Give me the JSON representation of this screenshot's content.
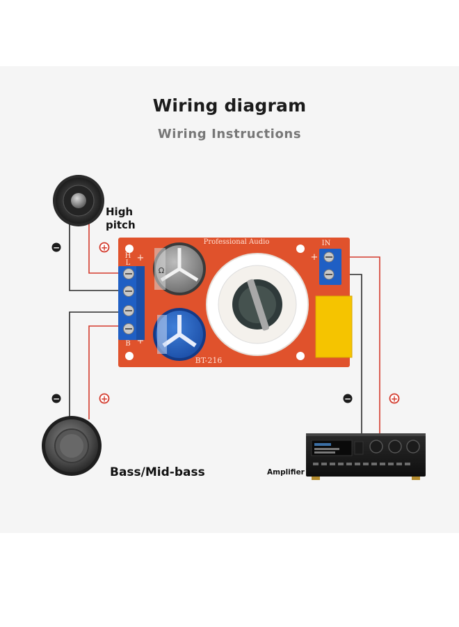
{
  "header": {
    "title": "Wiring diagram",
    "subtitle": "Wiring Instructions"
  },
  "board": {
    "brand_text": "Professional Audio",
    "model": "BT-216",
    "pad_labels": [
      "L",
      "+",
      "H",
      "+",
      "IN",
      "+",
      "+",
      "B"
    ],
    "capacitor_label": "Ω",
    "color": "#e0522c"
  },
  "components": {
    "tweeter_label_line1": "High",
    "tweeter_label_line2": "pitch",
    "woofer_label": "Bass/Mid-bass",
    "amplifier_label": "Amplifier"
  },
  "polarity": {
    "negative_symbol": "−",
    "positive_symbol": "+",
    "wire_colors": {
      "positive": "#d33a2c",
      "negative": "#2a2a2a"
    }
  }
}
